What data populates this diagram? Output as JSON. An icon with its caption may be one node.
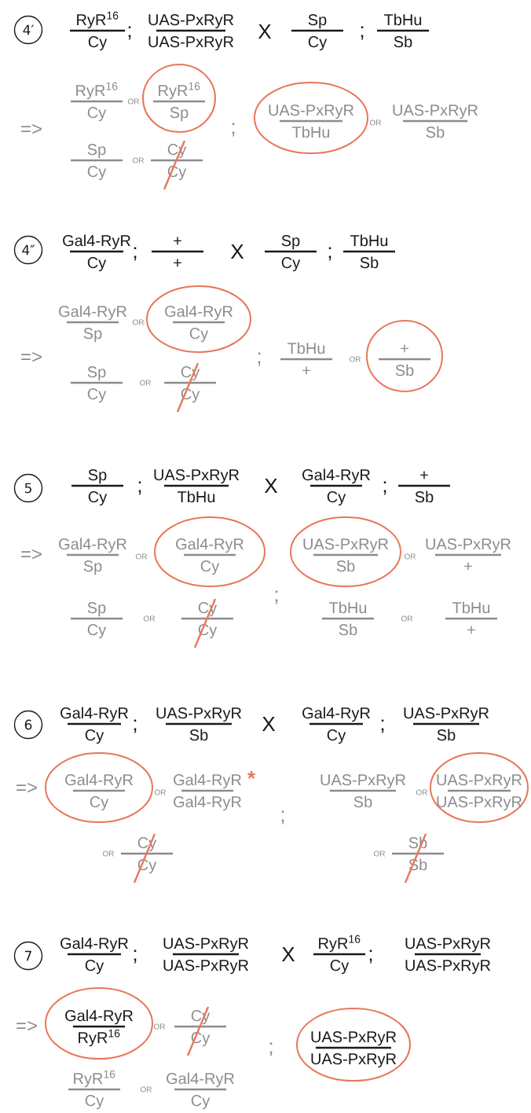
{
  "diagram": {
    "nodes": [
      {
        "text": [
          "4′"
        ]
      },
      {
        "text": [
          "RyR$^{16}$",
          "Sp"
        ]
      },
      {
        "text": [
          "UAS-PxRyR",
          "TbHu"
        ]
      },
      {
        "text": [
          "4″"
        ]
      },
      {
        "text": [
          "Gal4-RyR",
          "Cy"
        ]
      },
      {
        "text": [
          "+",
          "Sb"
        ]
      },
      {
        "text": [
          "5"
        ]
      },
      {
        "text": [
          "Gal4-RyR",
          "Cy"
        ]
      },
      {
        "text": [
          "UAS-PxRyR",
          "Sb"
        ]
      },
      {
        "text": [
          "6"
        ]
      },
      {
        "text": [
          "Gal4-RyR",
          "Cy"
        ]
      },
      {
        "text": [
          "UAS-PxRyR",
          "UAS-PxRyR"
        ]
      },
      {
        "text": [
          "7"
        ]
      },
      {
        "text": [
          "Gal4-RyR",
          "RyR$^{16}$"
        ]
      },
      {
        "text": [
          "UAS-PxRyR",
          "UAS-PxRyR"
        ]
      }
    ],
    "labels": [
      "RyR$^{16}$",
      "Cy",
      ";",
      "UAS-PxRyR",
      "UAS-PxRyR",
      "X",
      "Sp",
      "Cy",
      ";",
      "TbHu",
      "Sb",
      "=>",
      "RyR$^{16}$",
      "Cy",
      "OR",
      ";",
      "OR",
      "UAS-PxRyR",
      "Sb",
      "Sp",
      "Cy",
      "OR",
      "Cy",
      "Cy",
      "Gal4-RyR",
      "Cy",
      ";",
      "+",
      "+",
      "X",
      "Sp",
      "Cy",
      ";",
      "TbHu",
      "Sb",
      "=>",
      "Gal4-RyR",
      "Sp",
      "OR",
      "Sp",
      "Cy",
      "OR",
      "Cy",
      "Cy",
      ";",
      "TbHu",
      "+",
      "OR",
      "Sp",
      "Cy",
      ";",
      "UAS-PxRyR",
      "TbHu",
      "X",
      "Gal4-RyR",
      "Cy",
      ";",
      "+",
      "Sb",
      "=>",
      "Gal4-RyR",
      "Sp",
      "OR",
      "OR",
      "UAS-PxRyR",
      "+",
      "Sp",
      "Cy",
      "OR",
      "Cy",
      "Cy",
      ";",
      "TbHu",
      "Sb",
      "OR",
      "TbHu",
      "+",
      "Gal4-RyR",
      "Cy",
      ";",
      "UAS-PxRyR",
      "Sb",
      "X",
      "Gal4-RyR",
      "Cy",
      ";",
      "UAS-PxRyR",
      "Sb",
      "=>",
      "OR",
      "Gal4-RyR",
      "Gal4-RyR",
      "*",
      ";",
      "UAS-PxRyR",
      "Sb",
      "OR",
      "OR",
      "Cy",
      "Cy",
      "OR",
      "Sb",
      "Sb",
      "Gal4-RyR",
      "Cy",
      ";",
      "UAS-PxRyR",
      "UAS-PxRyR",
      "X",
      "RyR$^{16}$",
      "Cy",
      ";",
      "UAS-PxRyR",
      "UAS-PxRyR",
      "=>",
      "OR",
      "Cy",
      "Cy",
      ";",
      "RyR$^{16}$",
      "Cy",
      "OR",
      "Gal4-RyR",
      "Cy"
    ]
  }
}
